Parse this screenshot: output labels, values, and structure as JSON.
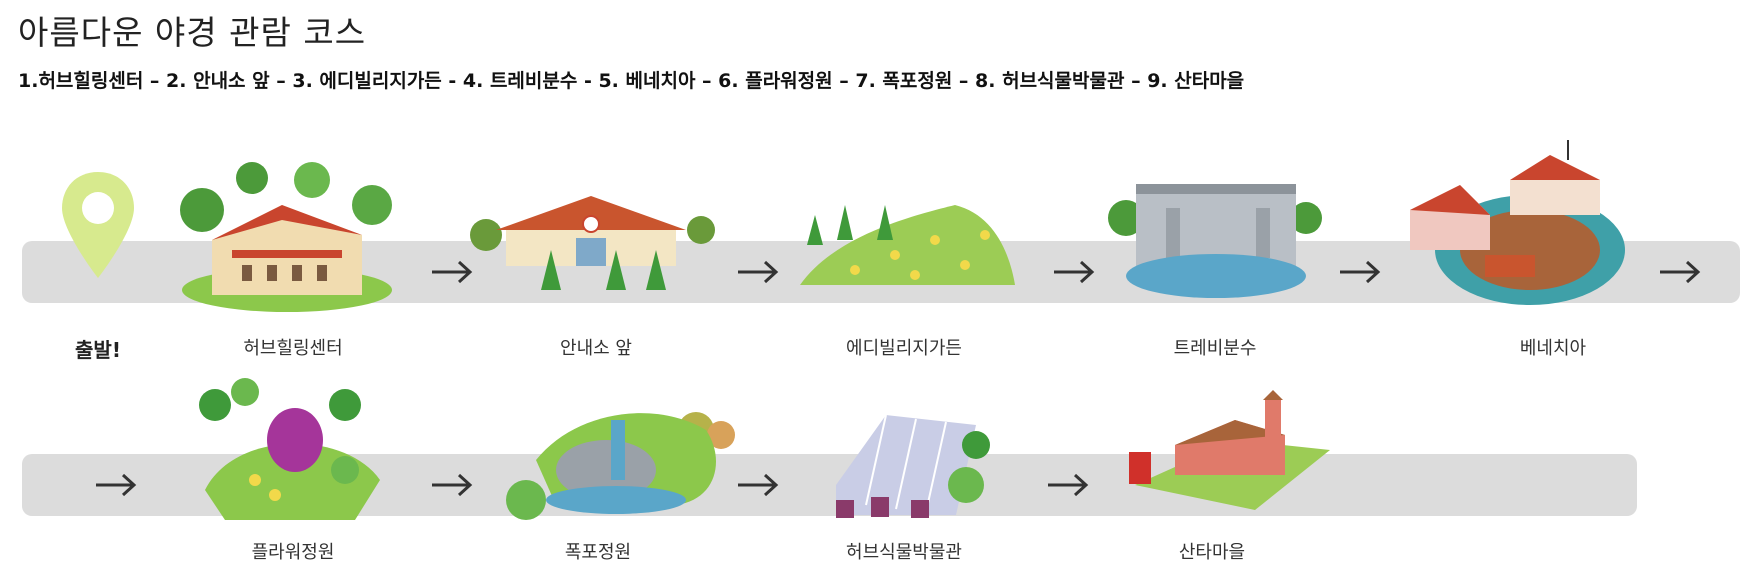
{
  "header": {
    "title": "아름다운 야경 관람 코스",
    "route": "1.허브힐링센터 – 2. 안내소 앞 – 3. 에디빌리지가든 - 4. 트레비분수 - 5. 베네치아 – 6. 플라워정원 – 7. 폭포정원 – 8. 허브식물박물관 – 9. 산타마을"
  },
  "row1": {
    "start": "출발!",
    "stops": [
      "허브힐링센터",
      "안내소 앞",
      "에디빌리지가든",
      "트레비분수",
      "베네치아"
    ]
  },
  "row2": {
    "stops": [
      "플라워정원",
      "폭포정원",
      "허브식물박물관",
      "산타마을"
    ]
  },
  "colors": {
    "band": "#dcdcdc",
    "pin": "#d7ea8e",
    "arrow": "#333333"
  }
}
